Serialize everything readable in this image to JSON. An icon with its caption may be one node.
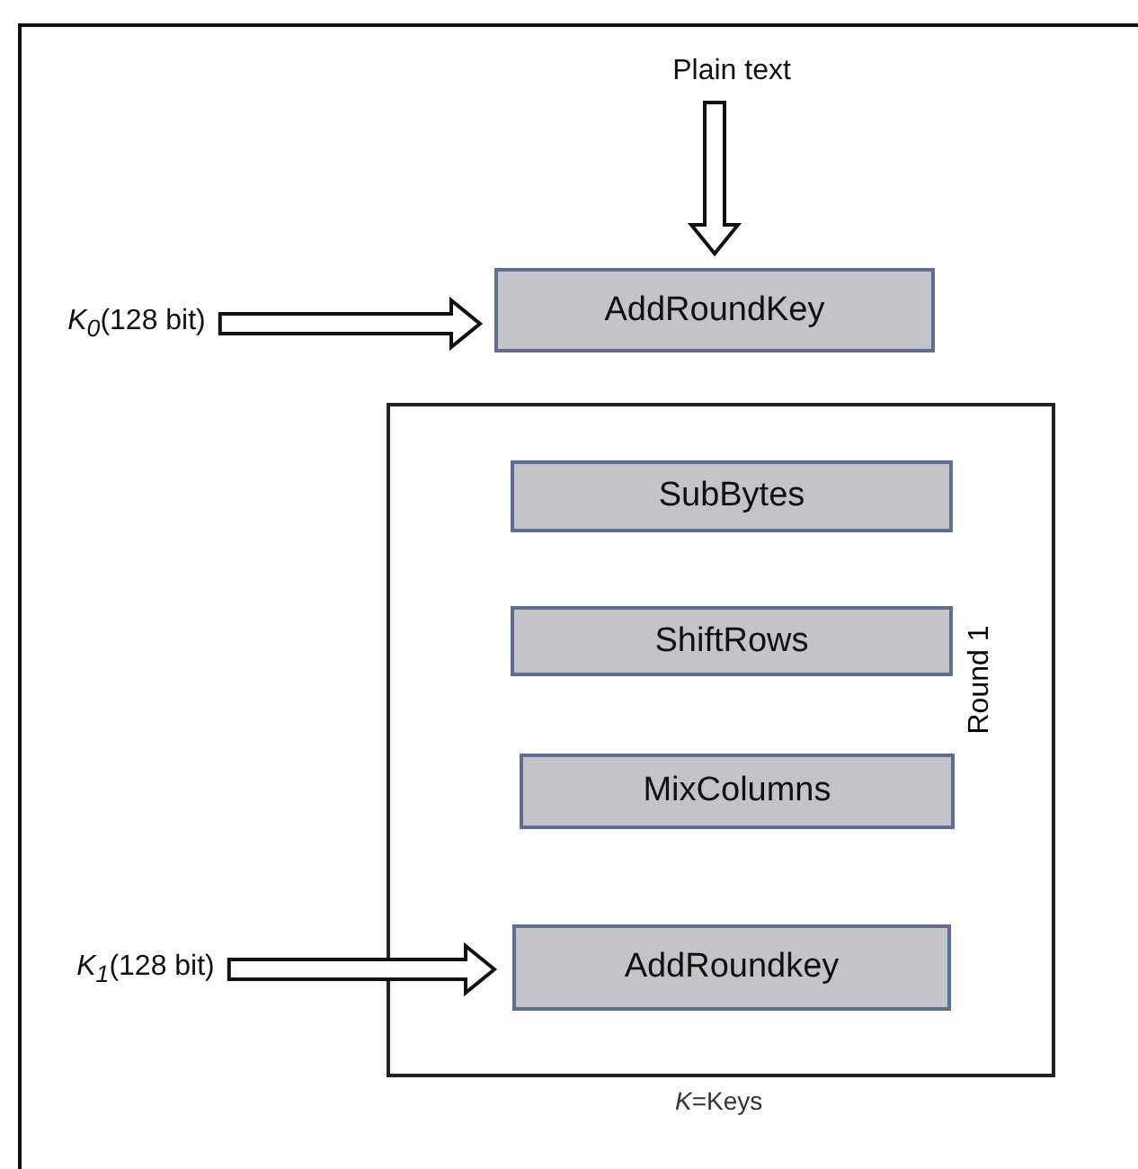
{
  "diagram": {
    "nodes": [
      {
        "text": [
          "Plain text"
        ]
      },
      {
        "text": [
          "*K*$_{0}$(128 bit)"
        ]
      },
      {
        "text": [
          "AddRoundKey"
        ]
      },
      {
        "text": [
          "Round 1"
        ]
      },
      {
        "text": [
          "SubBytes"
        ],
        "in": 3
      },
      {
        "text": [
          "ShiftRows"
        ],
        "in": 3
      },
      {
        "text": [
          "MixColumns"
        ],
        "in": 3
      },
      {
        "text": [
          "*K*$_{1}$(128 bit)"
        ]
      },
      {
        "text": [
          "AddRoundkey"
        ],
        "in": 3
      }
    ],
    "edges": [
      {
        "from": 0,
        "to": 2,
        "arrow": "to"
      },
      {
        "from": 1,
        "to": 2,
        "arrow": "to"
      },
      {
        "from": 7,
        "to": 8,
        "arrow": "to"
      }
    ],
    "labels": [
      "*K*=Keys"
    ]
  }
}
